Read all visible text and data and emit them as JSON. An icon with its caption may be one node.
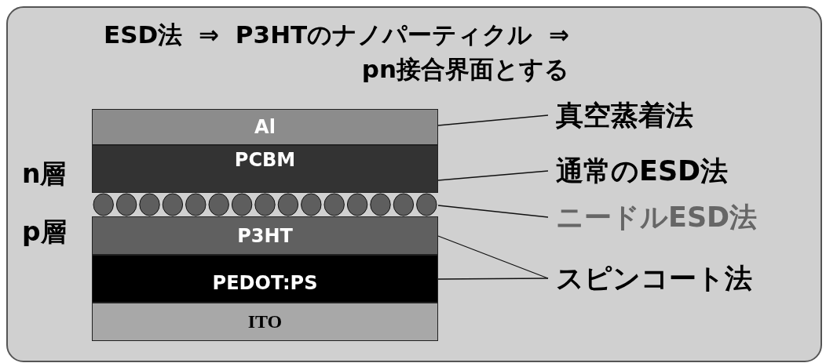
{
  "diagram": {
    "title": "ESD法 ⇒ P3HTのナノパーティクル ⇒ pn接合界面とする",
    "nodes": [
      {
        "text": [
          "Al"
        ]
      },
      {
        "text": [
          "PCBM"
        ]
      },
      {
        "text": [],
        "shape": "circle"
      },
      {
        "text": [
          "P3HT"
        ]
      },
      {
        "text": [
          "PEDOT:PS"
        ]
      },
      {
        "text": [
          "ITO"
        ]
      },
      {
        "text": [
          "真空蒸着法"
        ]
      },
      {
        "text": [
          "通常のESD法"
        ]
      },
      {
        "text": [
          "ニードルESD法"
        ]
      },
      {
        "text": [
          "スピンコート法"
        ]
      }
    ],
    "edges": [
      {
        "from": 6,
        "to": 0,
        "arrow": "none"
      },
      {
        "from": 7,
        "to": 1,
        "arrow": "none"
      },
      {
        "from": 8,
        "to": 2,
        "arrow": "none"
      },
      {
        "from": 9,
        "to": 3,
        "arrow": "none"
      },
      {
        "from": 9,
        "to": 4,
        "arrow": "none"
      }
    ],
    "labels": [
      "n層",
      "p層"
    ]
  }
}
